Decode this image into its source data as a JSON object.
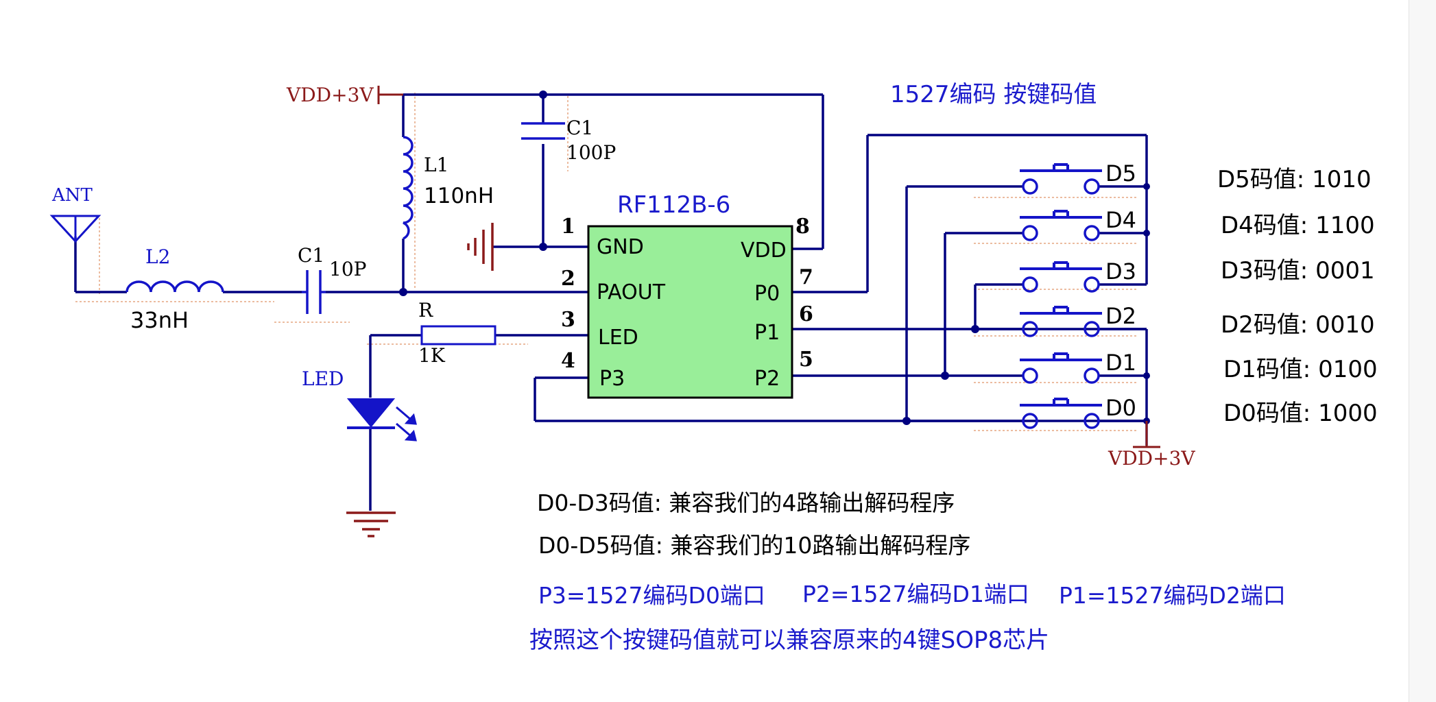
{
  "chip": {
    "name": "RF112B-6",
    "pins": [
      {
        "num": "1",
        "label": "GND"
      },
      {
        "num": "2",
        "label": "PAOUT"
      },
      {
        "num": "3",
        "label": "LED"
      },
      {
        "num": "4",
        "label": "P3"
      },
      {
        "num": "8",
        "label": "VDD"
      },
      {
        "num": "7",
        "label": "P0"
      },
      {
        "num": "6",
        "label": "P1"
      },
      {
        "num": "5",
        "label": "P2"
      }
    ]
  },
  "parts": {
    "vdd_top": "VDD+3V",
    "vdd_bottom": "VDD+3V",
    "ant": "ANT",
    "l1_ref": "L1",
    "l1_val": "110nH",
    "l2_ref": "L2",
    "l2_val": "33nH",
    "c1_ref": "C1",
    "c1_val": "100P",
    "c2_ref": "C1",
    "c2_val": "10P",
    "r_ref": "R",
    "r_val": "1K",
    "led": "LED"
  },
  "buttons_title": "1527编码 按键码值",
  "buttons": [
    "D5",
    "D4",
    "D3",
    "D2",
    "D1",
    "D0"
  ],
  "codes": [
    "D5码值: 1010",
    "D4码值: 1100",
    "D3码值: 0001",
    "D2码值: 0010",
    "D1码值: 0100",
    "D0码值: 1000"
  ],
  "notes": [
    "D0-D3码值: 兼容我们的4路输出解码程序",
    "D0-D5码值: 兼容我们的10路输出解码程序"
  ],
  "ports": [
    "P3=1527编码D0端口",
    "P2=1527编码D1端口",
    "P1=1527编码D2端口"
  ],
  "footer": "按照这个按键码值就可以兼容原来的4键SOP8芯片",
  "colors": {
    "wire": "#000080",
    "chip_fill": "#99ee99",
    "component": "#1414c8",
    "power": "#8b1a1a",
    "text_blue": "#1a1acc",
    "black": "#000000",
    "hatch": "#e0a070"
  }
}
